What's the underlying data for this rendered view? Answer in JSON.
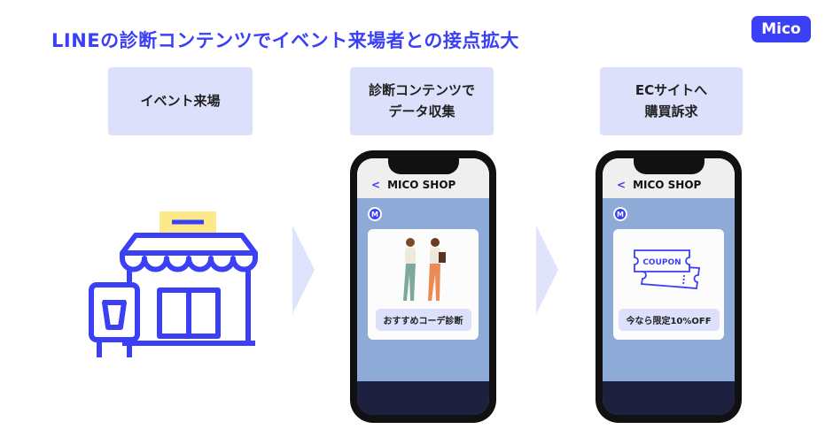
{
  "title": "LINEの診断コンテンツでイベント来場者との接点拡大",
  "badge": "Mico",
  "steps": [
    "イベント来場",
    "診断コンテンツで\nデータ収集",
    "ECサイトへ\n購買訴求"
  ],
  "phones": [
    {
      "back": "<",
      "shop": "MICO SHOP",
      "avatar": "M",
      "button": "おすすめコーデ診断"
    },
    {
      "back": "<",
      "shop": "MICO SHOP",
      "avatar": "M",
      "coupon": "COUPON",
      "button": "今なら限定10%OFF"
    }
  ],
  "colors": {
    "accent": "#3b3ff5",
    "step_bg": "#dde0fb",
    "chat_bg": "#8eaad6"
  }
}
